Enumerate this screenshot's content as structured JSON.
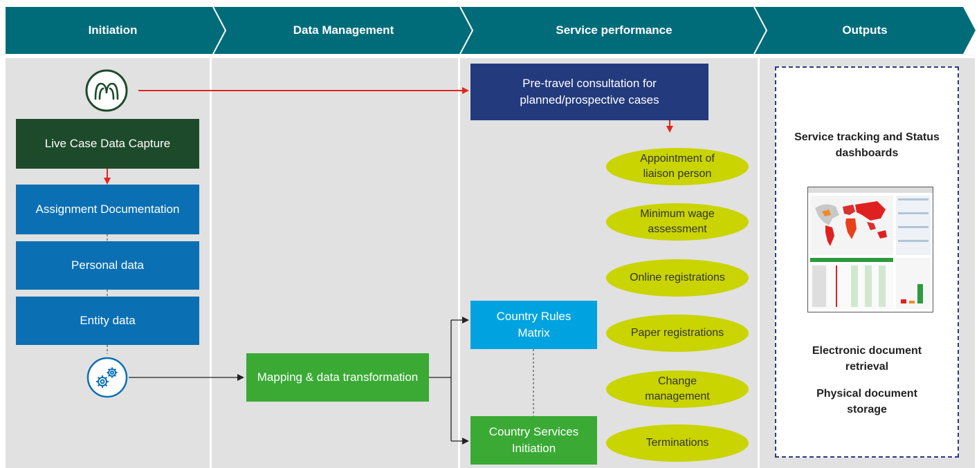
{
  "header": {
    "stages": [
      {
        "label": "Initiation"
      },
      {
        "label": "Data Management"
      },
      {
        "label": "Service performance"
      },
      {
        "label": "Outputs"
      }
    ],
    "color": "#006c7a"
  },
  "initiation": {
    "people_icon": "people-icon",
    "live_case": "Live Case Data Capture",
    "assignment": "Assignment Documentation",
    "personal": "Personal data",
    "entity": "Entity data",
    "gears_icon": "gears-icon"
  },
  "data_management": {
    "mapping": "Mapping & data transformation"
  },
  "service": {
    "pretravel": "Pre-travel consultation for planned/prospective cases",
    "country_rules": "Country Rules Matrix",
    "country_services": "Country Services Initiation",
    "ovals": [
      {
        "label": "Appointment of liaison person"
      },
      {
        "label": "Minimum wage assessment"
      },
      {
        "label": "Online registrations"
      },
      {
        "label": "Paper registrations"
      },
      {
        "label": "Change management"
      },
      {
        "label": "Terminations"
      }
    ]
  },
  "outputs": {
    "tracking": "Service tracking and Status dashboards",
    "electronic": "Electronic document retrieval",
    "physical": "Physical document storage"
  },
  "colors": {
    "dark_green": "#1d4a2b",
    "blue": "#0a6fb3",
    "light_blue": "#00a3e0",
    "green": "#3aaa35",
    "navy": "#233a7d",
    "oval": "#c9d400",
    "arrow_red": "#e1261c"
  }
}
